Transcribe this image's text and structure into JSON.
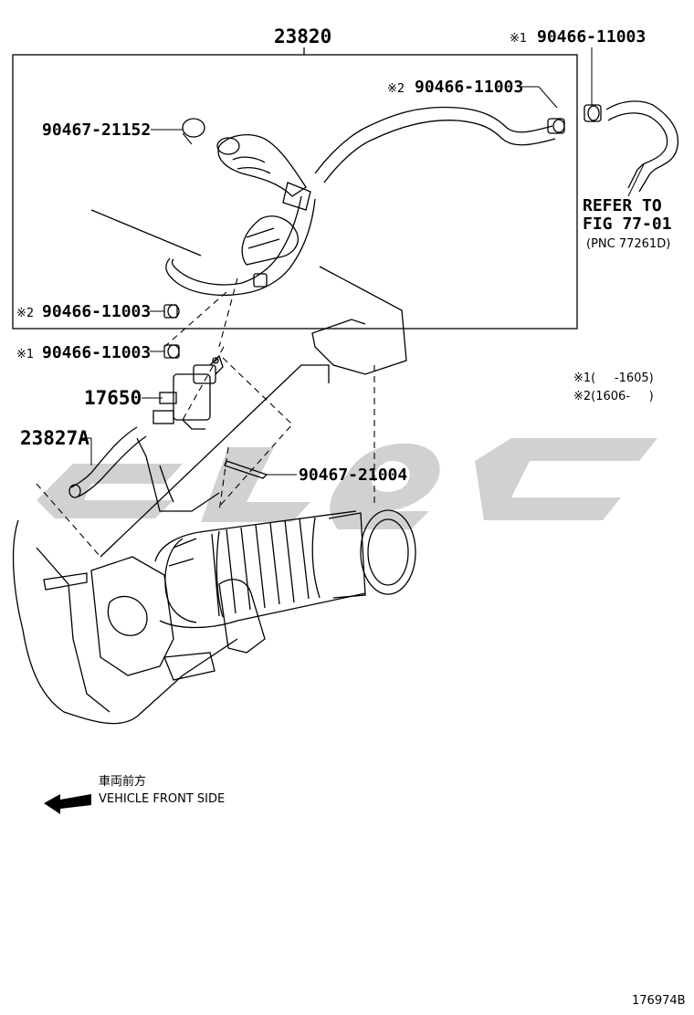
{
  "diagram": {
    "group_label": "23820",
    "parts": {
      "p1": "90466-11003",
      "p2": "90466-11003",
      "p3": "90467-21152",
      "p4": "90466-11003",
      "p5": "90466-11003",
      "p6": "17650",
      "p7": "23827A",
      "p8": "90467-21004"
    },
    "marks": {
      "m1": "※1",
      "m2": "※2",
      "m4": "※2",
      "m5": "※1"
    },
    "refer": {
      "line1": "REFER TO",
      "line2": "FIG 77-01",
      "line3": "(PNC 77261D)"
    },
    "legend": {
      "n1": "※1(     -1605)",
      "n2": "※2(1606-     )"
    },
    "direction": {
      "jp": "車両前方",
      "en": "VEHICLE FRONT SIDE"
    },
    "figure_id": "176974B"
  }
}
